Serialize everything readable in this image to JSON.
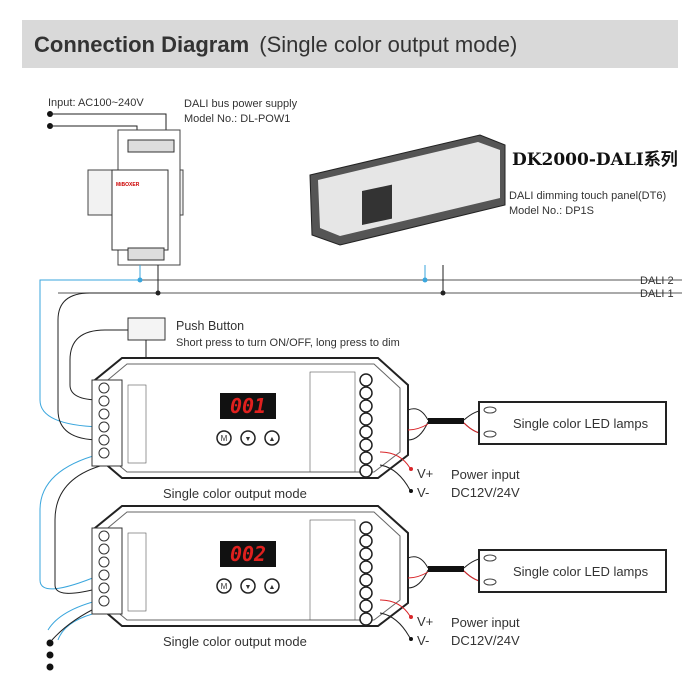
{
  "header": {
    "title_bold": "Connection Diagram",
    "title_rest": "(Single color output mode)"
  },
  "power_supply": {
    "input_label": "Input: AC100~240V",
    "name": "DALI bus power supply",
    "model": "Model No.: DL-POW1"
  },
  "panel": {
    "series": "DK2000-DALI系列",
    "name": "DALI dimming touch panel(DT6)",
    "model": "Model No.: DP1S"
  },
  "bus": {
    "dali2": "DALI 2",
    "dali1": "DALI 1"
  },
  "push_button": {
    "label": "Push Button",
    "desc": "Short press to turn ON/OFF, long press to dim"
  },
  "controllers": [
    {
      "display": "001",
      "caption": "Single color output mode",
      "lamps": "Single color LED lamps",
      "vplus": "V+",
      "vminus": "V-",
      "power": "Power input",
      "voltage": "DC12V/24V"
    },
    {
      "display": "002",
      "caption": "Single color output mode",
      "lamps": "Single color LED lamps",
      "vplus": "V+",
      "vminus": "V-",
      "power": "Power input",
      "voltage": "DC12V/24V"
    }
  ],
  "buttons": {
    "m": "M",
    "down": "▼",
    "up": "▲"
  },
  "colors": {
    "header_bg": "#d9d9d9",
    "dali_blue": "#3aa6dd",
    "wire_red": "#d9262a",
    "display_red": "#e0201e"
  }
}
